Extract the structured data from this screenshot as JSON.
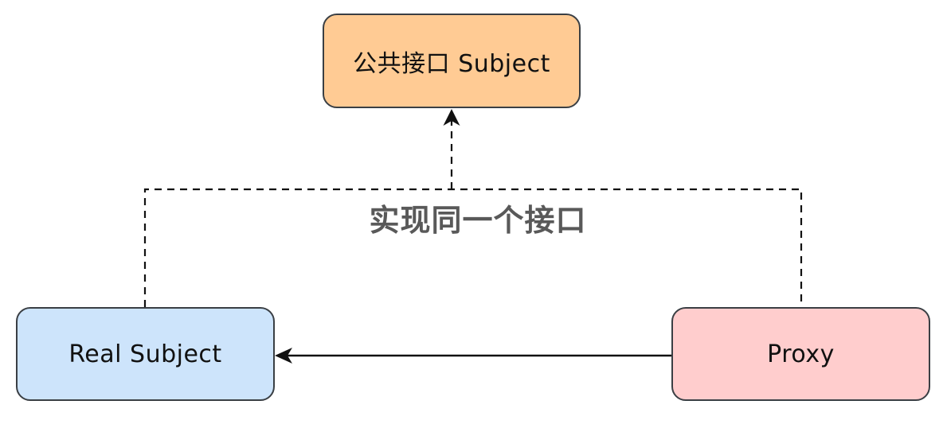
{
  "nodes": {
    "subject": {
      "label": "公共接口 Subject",
      "fill": "#ffcb94"
    },
    "real_subject": {
      "label": "Real Subject",
      "fill": "#cde4fb"
    },
    "proxy": {
      "label": "Proxy",
      "fill": "#ffcdcd"
    }
  },
  "labels": {
    "implements": "实现同一个接口"
  },
  "colors": {
    "node_border": "#3a3f44",
    "node_text": "#111111",
    "connector_line": "#111111",
    "implements_label_text": "#595959",
    "background": "#ffffff"
  }
}
